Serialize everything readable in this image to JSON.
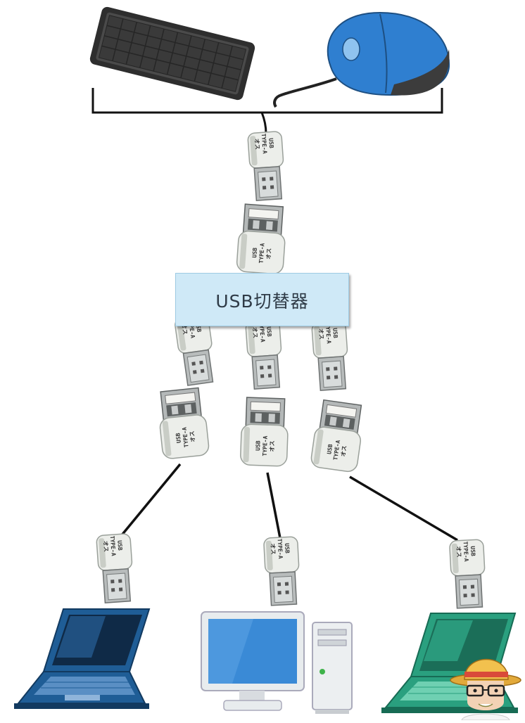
{
  "switch": {
    "label": "USB切替器"
  },
  "plug_text": {
    "line1": "USB",
    "line2": "TYPE-A",
    "line3": "オス"
  },
  "colors": {
    "keyboard": "#3a3a3a",
    "mouse_blue": "#2f7fd0",
    "mouse_dark": "#3c3c3c",
    "switch_bg": "#cfe9f7",
    "laptop_blue": "#1f5d96",
    "laptop_green": "#2aa07f",
    "desktop_screen": "#3a8ad6",
    "cable": "#111111",
    "connector_body": "#e9ece8"
  },
  "devices": {
    "inputs": [
      "keyboard",
      "mouse"
    ],
    "outputs": [
      "laptop-blue",
      "desktop-pc",
      "laptop-green"
    ]
  }
}
